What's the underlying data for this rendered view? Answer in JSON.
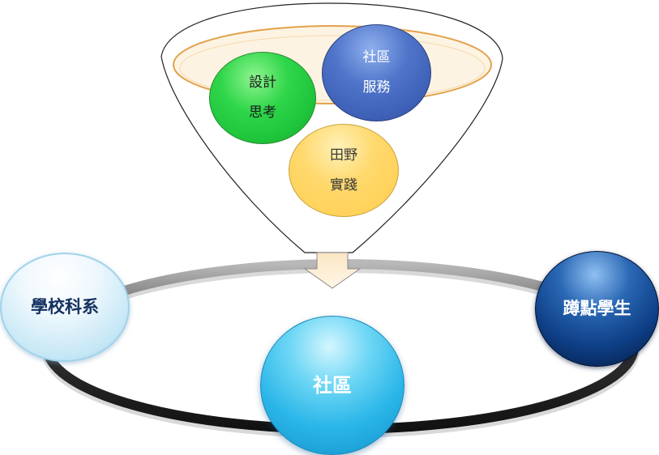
{
  "funnel": {
    "design_thinking": {
      "line1": "設計",
      "line2": "思考"
    },
    "community_service": {
      "line1": "社區",
      "line2": "服務"
    },
    "field_practice": {
      "line1": "田野",
      "line2": "實踐"
    }
  },
  "ring": {
    "school": "學校科系",
    "community": "社區",
    "student": "蹲點學生"
  },
  "colors": {
    "design_thinking": "#2fd64a",
    "community_service": "#4f74c9",
    "field_practice": "#ffd96e",
    "community": "#2ab6e8",
    "student": "#0e3f86",
    "school": "#c4e6f5"
  }
}
